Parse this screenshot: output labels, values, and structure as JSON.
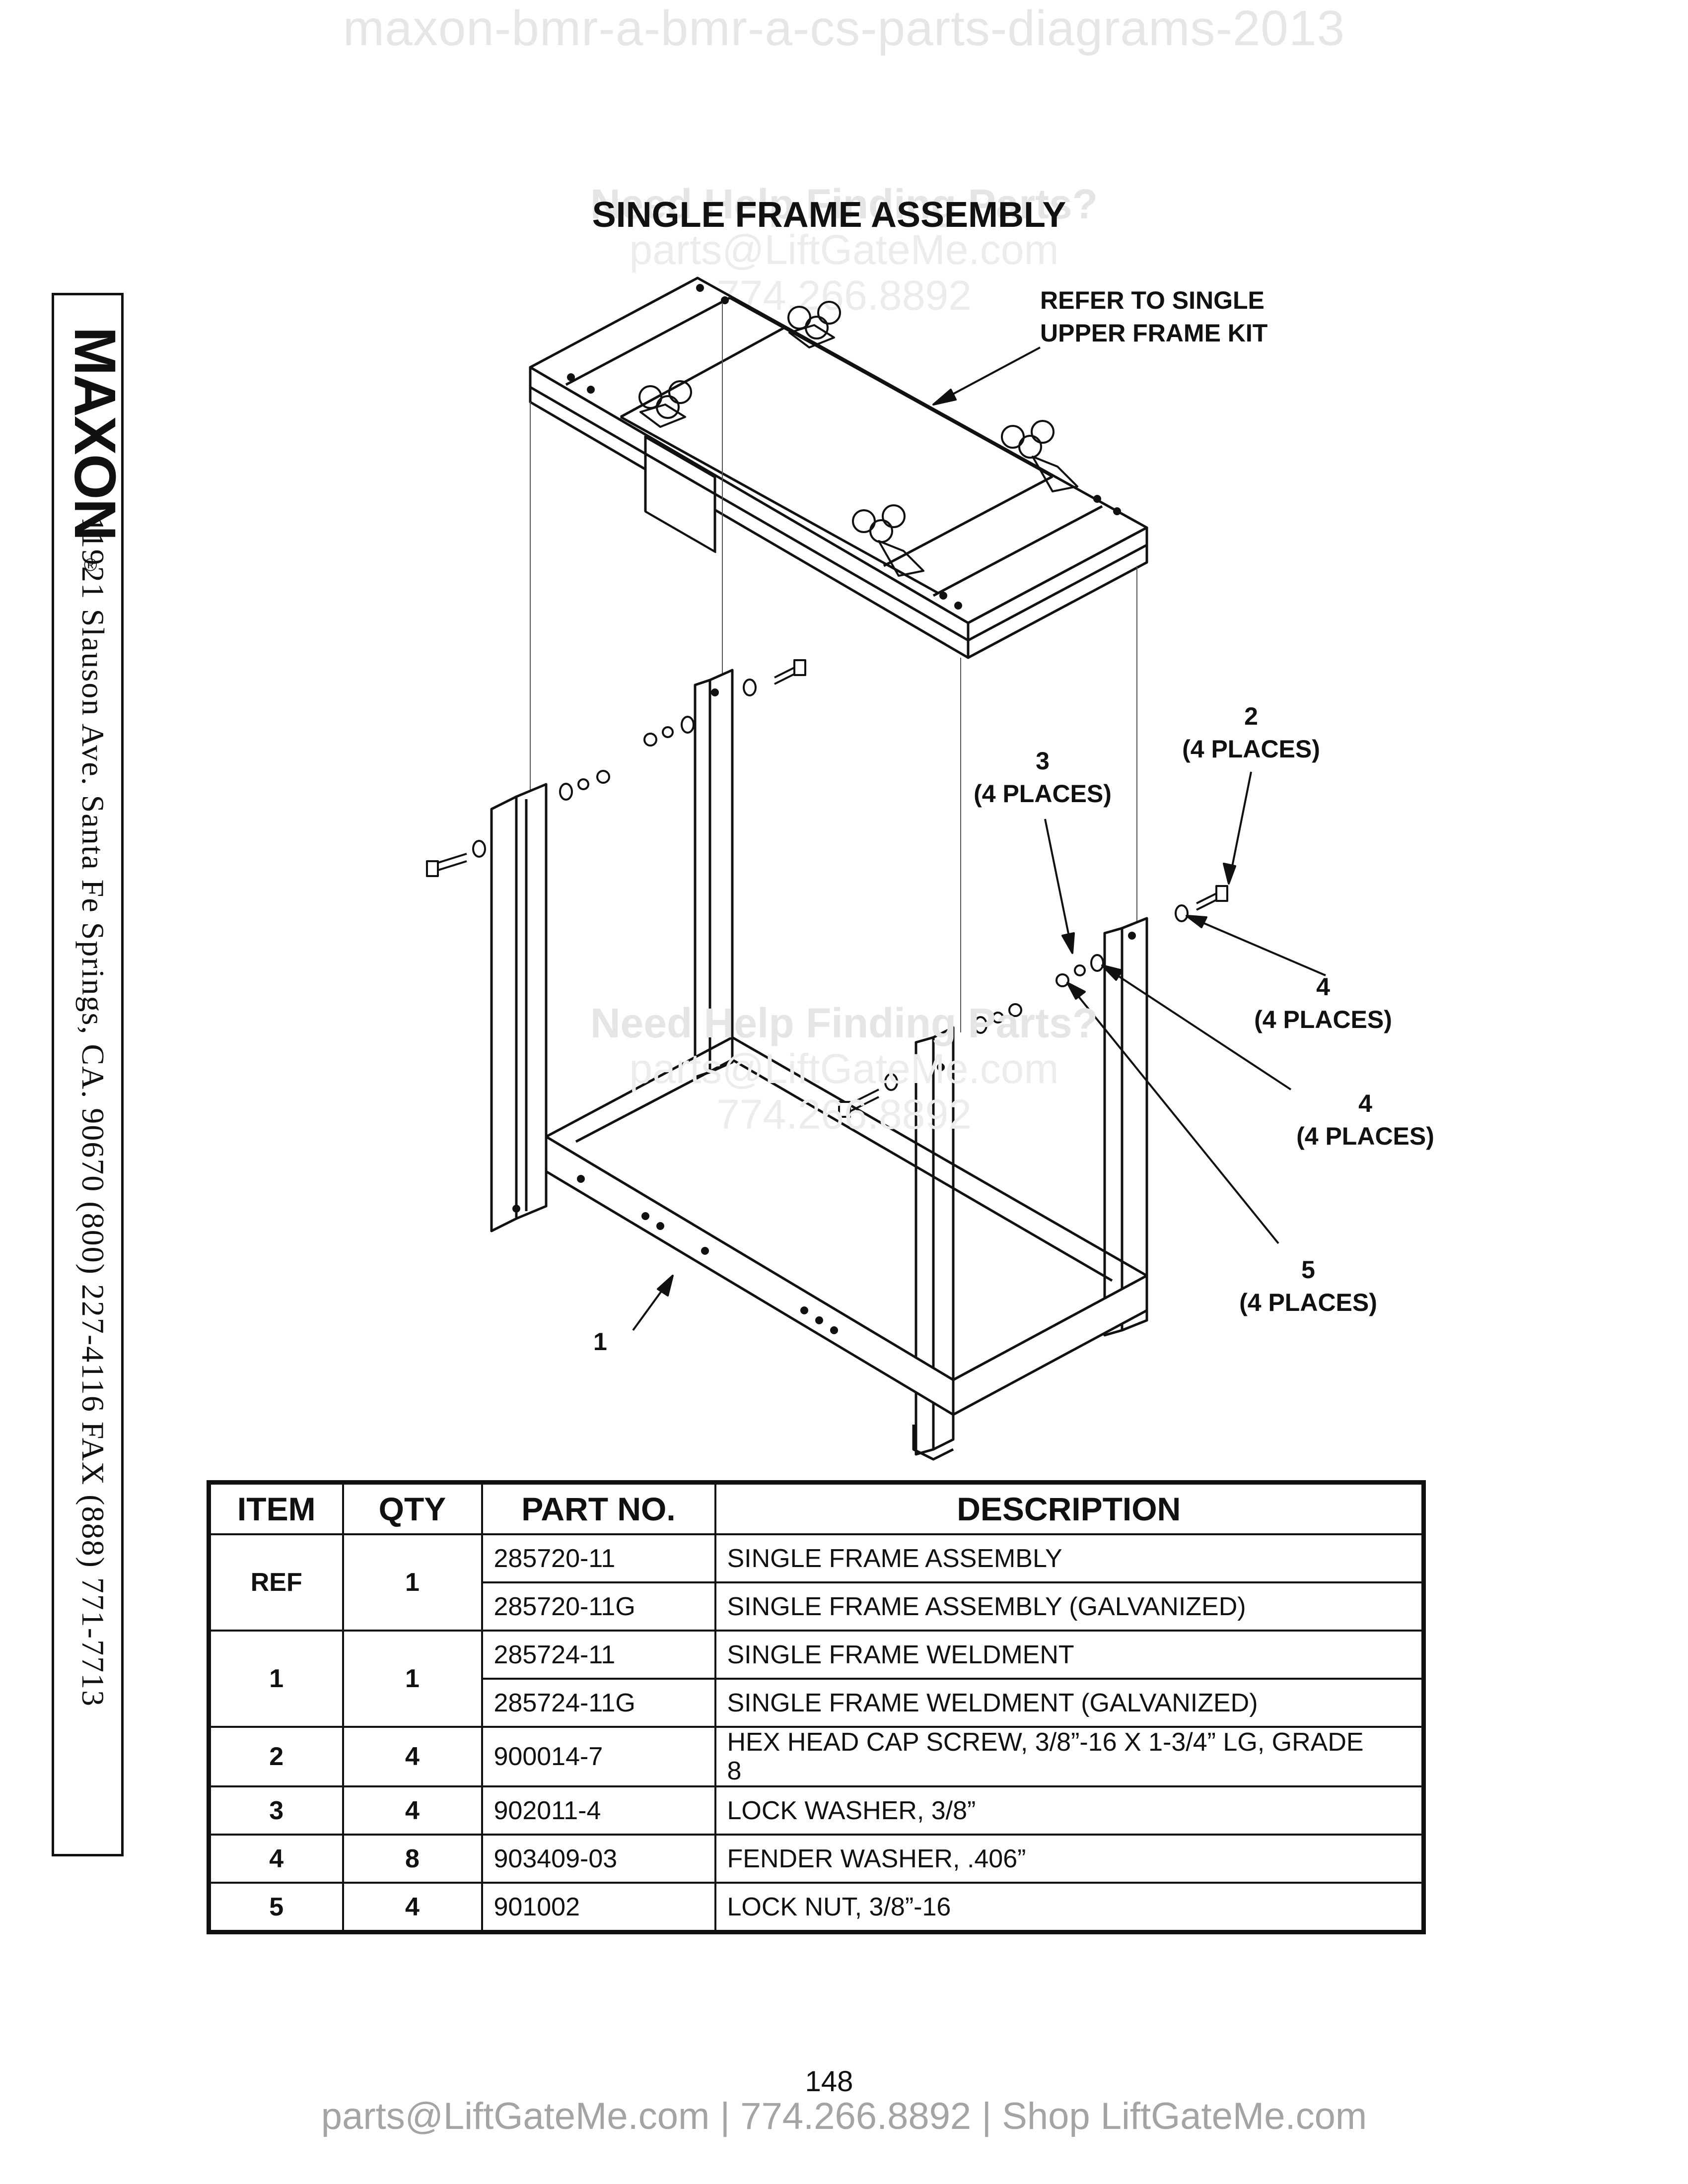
{
  "watermark": {
    "top": "maxon-bmr-a-bmr-a-cs-parts-diagrams-2013",
    "help_title": "Need Help Finding Parts?",
    "help_email": "parts@LiftGateMe.com",
    "help_phone": "774.266.8892"
  },
  "title": "SINGLE FRAME ASSEMBLY",
  "sidebar": {
    "logo": "MAXON",
    "registered": "®",
    "address": "11921 Slauson Ave.  Santa Fe Springs, CA.  90670  (800) 227-4116  FAX (888) 771-7713"
  },
  "callouts": {
    "refer_kit": [
      "REFER TO SINGLE",
      "UPPER FRAME KIT"
    ],
    "item_2": [
      "2",
      "(4 PLACES)"
    ],
    "item_3": [
      "3",
      "(4 PLACES)"
    ],
    "item_4a": [
      "4",
      "(4 PLACES)"
    ],
    "item_4b": [
      "4",
      "(4 PLACES)"
    ],
    "item_5": [
      "5",
      "(4 PLACES)"
    ],
    "item_1": "1"
  },
  "table": {
    "headers": [
      "ITEM",
      "QTY",
      "PART NO.",
      "DESCRIPTION"
    ],
    "groups": [
      {
        "item": "REF",
        "qty": "1",
        "rows": [
          {
            "part": "285720-11",
            "desc": "SINGLE FRAME ASSEMBLY"
          },
          {
            "part": "285720-11G",
            "desc": "SINGLE FRAME ASSEMBLY (GALVANIZED)"
          }
        ]
      },
      {
        "item": "1",
        "qty": "1",
        "rows": [
          {
            "part": "285724-11",
            "desc": "SINGLE FRAME WELDMENT"
          },
          {
            "part": "285724-11G",
            "desc": "SINGLE FRAME WELDMENT (GALVANIZED)"
          }
        ]
      },
      {
        "item": "2",
        "qty": "4",
        "rows": [
          {
            "part": "900014-7",
            "desc_line1": "HEX HEAD CAP SCREW, 3/8”-16 X 1-3/4” LG, GRADE",
            "desc_line2": "8"
          }
        ]
      },
      {
        "item": "3",
        "qty": "4",
        "rows": [
          {
            "part": "902011-4",
            "desc": "LOCK WASHER, 3/8”"
          }
        ]
      },
      {
        "item": "4",
        "qty": "8",
        "rows": [
          {
            "part": "903409-03",
            "desc": "FENDER WASHER, .406”"
          }
        ]
      },
      {
        "item": "5",
        "qty": "4",
        "rows": [
          {
            "part": "901002",
            "desc": "LOCK NUT, 3/8”-16"
          }
        ]
      }
    ]
  },
  "page_number": "148",
  "footer": "parts@LiftGateMe.com | 774.266.8892 | Shop LiftGateMe.com"
}
